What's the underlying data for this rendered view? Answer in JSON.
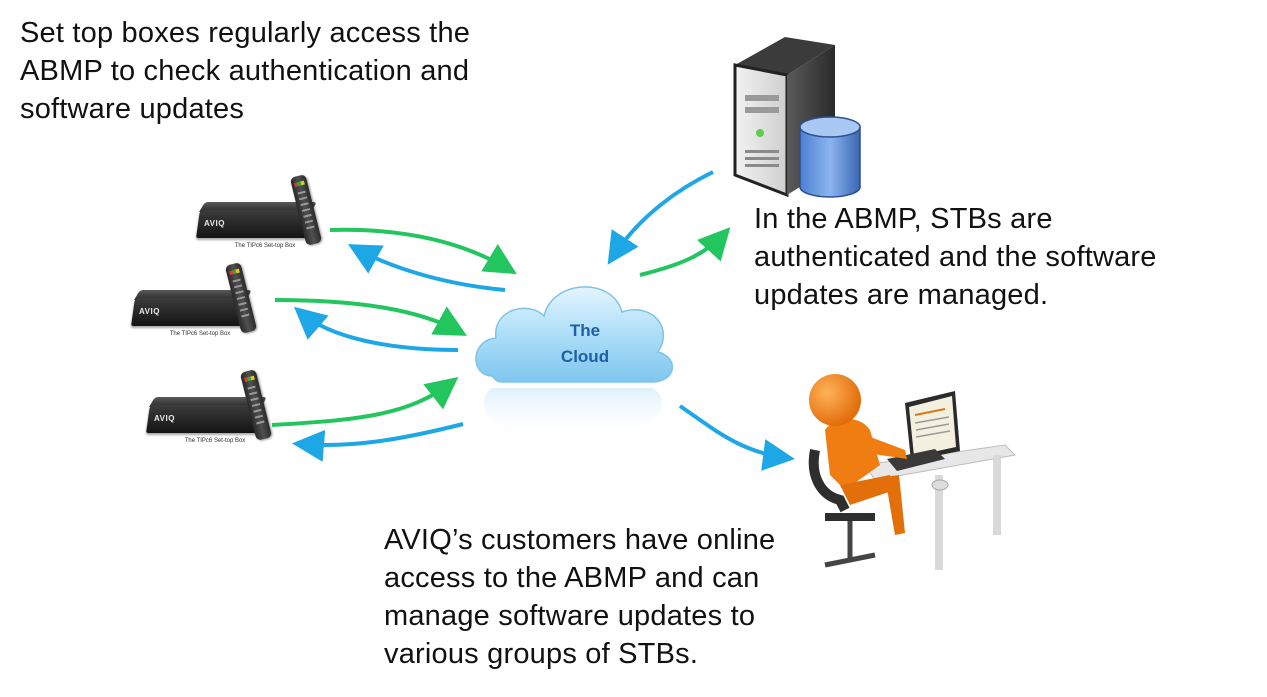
{
  "intro_text": [
    "Set top boxes regularly access the",
    "ABMP to check authentication and",
    "software updates"
  ],
  "abmp_text": [
    "In the ABMP, STBs are",
    "authenticated and the software",
    "updates are managed."
  ],
  "customer_text": [
    "AVIQ’s customers have online",
    "access to the ABMP and can",
    "manage software updates to",
    "various groups of STBs."
  ],
  "cloud": {
    "line1": "The",
    "line2": "Cloud"
  },
  "set_top_boxes": [
    {
      "brand": "AVIQ",
      "caption": "The TIPc6 Set-top Box"
    },
    {
      "brand": "AVIQ",
      "caption": "The TIPc6 Set-top Box"
    },
    {
      "brand": "AVIQ",
      "caption": "The TIPc6 Set-top Box"
    }
  ],
  "icons": {
    "server": "server-database-icon",
    "operator": "person-at-computer-icon",
    "set_top_box": "set-top-box-icon",
    "cloud": "cloud-icon"
  },
  "colors": {
    "green_arrow": "#22c55e",
    "blue_arrow": "#1ea7e6",
    "cloud_fill": "#9fd6f5",
    "cloud_label": "#1f5fa8",
    "person": "#f07d12"
  }
}
